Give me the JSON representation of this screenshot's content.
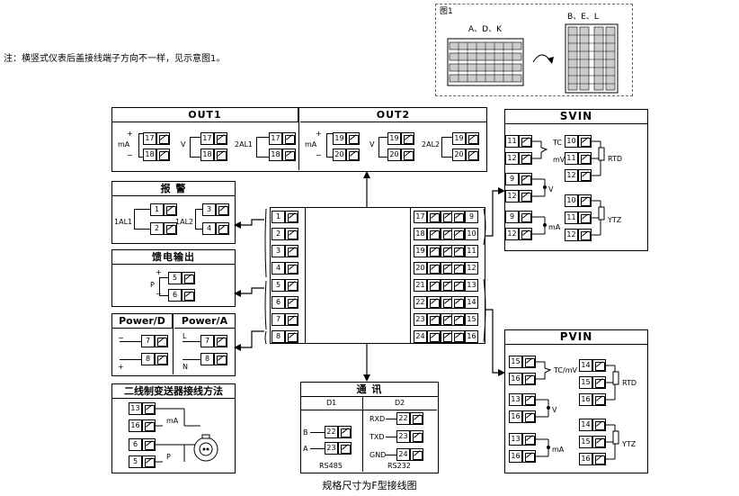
{
  "note": "注：横竖式仪表后盖接线端子方向不一样，见示意图1。",
  "caption": "规格尺寸为F型接线图",
  "fig1": {
    "title": "图1",
    "left_label": "A、D、K",
    "right_label": "B、E、L"
  },
  "out1": {
    "title": "OUT1",
    "ma": "mA",
    "v": "V",
    "alarm": "2AL1",
    "plus": "+",
    "minus": "−",
    "terms": [
      "17",
      "18",
      "17",
      "18",
      "17",
      "18"
    ]
  },
  "out2": {
    "title": "OUT2",
    "ma": "mA",
    "v": "V",
    "alarm": "2AL2",
    "plus": "+",
    "minus": "−",
    "terms": [
      "19",
      "20",
      "19",
      "20",
      "19",
      "20"
    ]
  },
  "alarm": {
    "title": "报  警",
    "al1": "1AL1",
    "al2": "1AL2",
    "terms": [
      "1",
      "2",
      "3",
      "4"
    ]
  },
  "feed": {
    "title": "馈电输出",
    "p": "P",
    "plus": "+",
    "minus": "−",
    "terms": [
      "5",
      "6"
    ]
  },
  "power": {
    "title_d": "Power/D",
    "title_a": "Power/A",
    "minus": "−",
    "plus": "+",
    "l": "L",
    "n": "N",
    "terms": [
      "7",
      "8",
      "7",
      "8"
    ]
  },
  "twowire": {
    "title": "二线制变送器接线方法",
    "ma": "mA",
    "p": "P",
    "terms": [
      "13",
      "16",
      "6",
      "5"
    ]
  },
  "comm": {
    "title": "通  讯",
    "d1": "D1",
    "d2": "D2",
    "b": "B",
    "a": "A",
    "rxd": "RXD",
    "txd": "TXD",
    "gnd": "GND",
    "rs485": "RS485",
    "rs232": "RS232",
    "terms": [
      "22",
      "23",
      "22",
      "23",
      "24"
    ]
  },
  "svin": {
    "title": "SVIN",
    "tc": "TC",
    "mv": "mV",
    "v": "V",
    "ma": "mA",
    "rtd": "RTD",
    "ytz": "YTZ",
    "left_terms": [
      "11",
      "12",
      "9",
      "12",
      "9",
      "12"
    ],
    "right_terms": [
      "10",
      "11",
      "12",
      "10",
      "11",
      "12"
    ]
  },
  "pvin": {
    "title": "PVIN",
    "tc": "TC/mV",
    "v": "V",
    "ma": "mA",
    "rtd": "RTD",
    "ytz": "YTZ",
    "left_terms": [
      "15",
      "16",
      "13",
      "16",
      "13",
      "16"
    ],
    "right_terms": [
      "14",
      "15",
      "16",
      "14",
      "15",
      "16"
    ]
  },
  "center": {
    "left_terms": [
      "1",
      "2",
      "3",
      "4",
      "5",
      "6",
      "7",
      "8"
    ],
    "right_inner": [
      "17",
      "18",
      "19",
      "20",
      "21",
      "22",
      "23",
      "24"
    ],
    "right_outer": [
      "9",
      "10",
      "11",
      "12",
      "13",
      "14",
      "15",
      "16"
    ]
  }
}
